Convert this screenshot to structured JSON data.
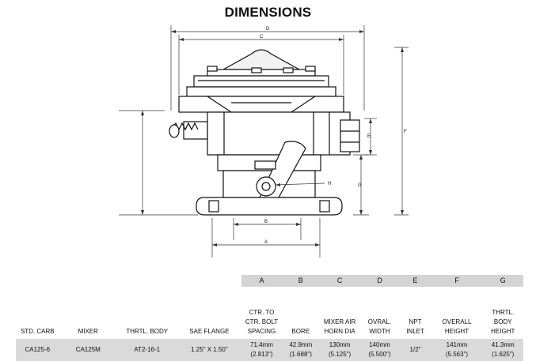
{
  "title": "DIMENSIONS",
  "dimension_labels": {
    "a": "A",
    "b": "B",
    "c": "C",
    "d": "D",
    "e": "E",
    "f": "F",
    "g": "G",
    "h": "H"
  },
  "table": {
    "letters": [
      "A",
      "B",
      "C",
      "D",
      "E",
      "F",
      "G"
    ],
    "headers": [
      {
        "lines": [
          "STD. CARB"
        ]
      },
      {
        "lines": [
          "MIXER"
        ]
      },
      {
        "lines": [
          "THRTL. BODY"
        ]
      },
      {
        "lines": [
          "SAE FLANGE"
        ]
      },
      {
        "lines": [
          "CTR. TO",
          "CTR. BOLT",
          "SPACING"
        ]
      },
      {
        "lines": [
          "BORE"
        ]
      },
      {
        "lines": [
          "MIXER AIR",
          "HORN DIA"
        ]
      },
      {
        "lines": [
          "OVRAL.",
          "WIDTH"
        ]
      },
      {
        "lines": [
          "NPT",
          "INLET"
        ]
      },
      {
        "lines": [
          "OVERALL",
          "HEIGHT"
        ]
      },
      {
        "lines": [
          "THRTL.",
          "BODY",
          "HEIGHT"
        ]
      }
    ],
    "row": [
      {
        "lines": [
          "CA125-6"
        ]
      },
      {
        "lines": [
          "CA125M"
        ]
      },
      {
        "lines": [
          "AT2-16-1"
        ]
      },
      {
        "lines": [
          "1.25\" X 1.50\""
        ]
      },
      {
        "lines": [
          "71.4mm",
          "(2.813\")"
        ]
      },
      {
        "lines": [
          "42.9mm",
          "(1.688\")"
        ]
      },
      {
        "lines": [
          "130mm",
          "(5.125\")"
        ]
      },
      {
        "lines": [
          "140mm",
          "(5.500\")"
        ]
      },
      {
        "lines": [
          "1/2\""
        ]
      },
      {
        "lines": [
          "141mm",
          "(5.563\")"
        ]
      },
      {
        "lines": [
          "41.3mm",
          "(1.625\")"
        ]
      }
    ]
  }
}
